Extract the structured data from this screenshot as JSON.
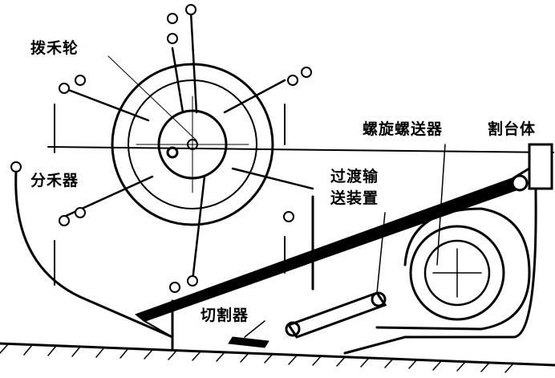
{
  "labels": {
    "reel": "拨禾轮",
    "divider": "分禾器",
    "auger": "螺旋螺送器",
    "header_body": "割台体",
    "transition_line1": "过渡输",
    "transition_line2": "送装置",
    "cutter": "切割器"
  }
}
